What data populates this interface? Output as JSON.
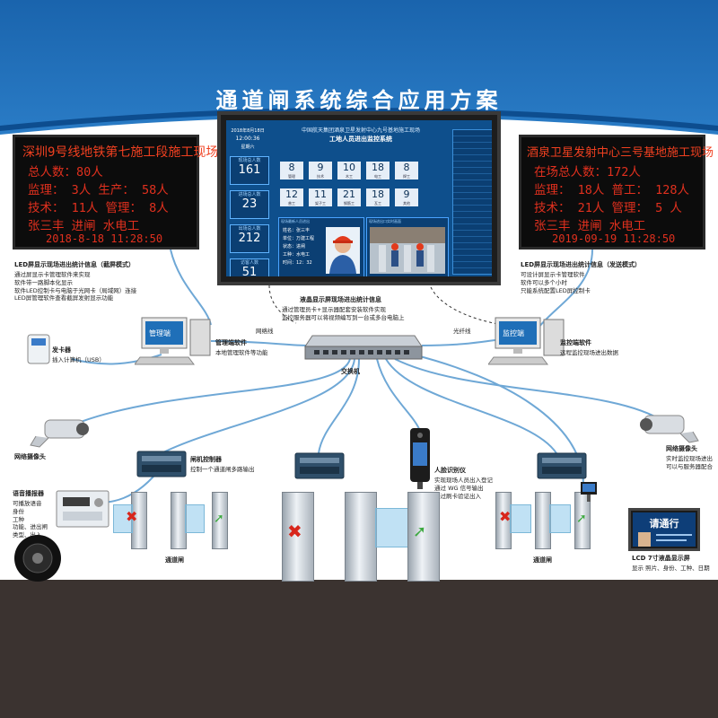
{
  "title": "通道闸系统综合应用方案",
  "led_left": {
    "site": "深圳9号线地铁第七施工段施工现场",
    "total": "总人数：80人",
    "row1": "监理：  3人   生产：  58人",
    "row2": "技术：  11人   管理：   8人",
    "row3": "张三丰    进闸    水电工",
    "time": "2018-8-18  11:28:50"
  },
  "led_right": {
    "site": "酒泉卫星发射中心三号基地施工现场",
    "total": "在场总人数：172人",
    "row1": "监理：  18人    普工：  128人",
    "row2": "技术：  21人    管理：    5 人",
    "row3": "张三丰    进闸    水电工",
    "time": "2019-09-19  11:28:50"
  },
  "monitor": {
    "title1": "中国航天集团酒泉卫星发射中心九号基地施工现场",
    "title2": "工地人员进出监控系统",
    "date": "2018年8月18日",
    "time": "12:00:36",
    "weekday": "星期六",
    "stats": [
      {
        "label": "现场总人数",
        "value": "161"
      },
      {
        "label": "进场总人数",
        "value": "23"
      },
      {
        "label": "出场总人数",
        "value": "212"
      },
      {
        "label": "访客人数",
        "value": "51"
      }
    ],
    "tiles": [
      {
        "n": "8",
        "l": "管理"
      },
      {
        "n": "9",
        "l": "技术"
      },
      {
        "n": "10",
        "l": "木工"
      },
      {
        "n": "18",
        "l": "电工"
      },
      {
        "n": "8",
        "l": "焊工"
      },
      {
        "n": "12",
        "l": "普工"
      },
      {
        "n": "11",
        "l": "架子工"
      },
      {
        "n": "21",
        "l": "钢筋工"
      },
      {
        "n": "18",
        "l": "瓦工"
      },
      {
        "n": "9",
        "l": "其他"
      }
    ],
    "info_title": "现场最新人员进出",
    "info_lines": [
      "姓名：张三丰",
      "单位：万建工程",
      "状态：进闸",
      "工种：水电工",
      "时间：12：32"
    ],
    "photo_title": "现场进出口实时画面"
  },
  "labels": {
    "led_left_title": "LED屏显示现场进出统计信息（截屏模式）",
    "led_left_desc": [
      "通过屏显示卡管理软件来实现",
      "软件带一路脚本化显示",
      "软件LED控制卡与电脑于光网卡（局域网）连接",
      "LED屏管理软件查看截屏发射显示功能"
    ],
    "led_right_title": "LED屏显示现场进出统计信息（发送模式）",
    "led_right_desc": [
      "可设计屏显示卡管理软件",
      "软件可以多个小时",
      "只能系统配置LED屏控制卡"
    ],
    "center_title": "液晶显示屏现场进出统计信息",
    "center_desc": [
      "通过管理员卡+显示器配套安装软件实现",
      "监控服务器可以将视频编写到一台或多台电脑上"
    ],
    "mgmt_pc": "管理端",
    "mgmt_sw": "管理端软件",
    "mgmt_sw_desc": "本地管理软件等功能",
    "mon_pc": "监控端",
    "mon_sw": "监控端软件",
    "mon_sw_desc": "远程监控现场进出数据",
    "card_issuer": "发卡器",
    "card_issuer_desc": "插入计算机（USB）",
    "switch": "交换机",
    "ethernet": "网络线",
    "fiber": "光纤线",
    "cam_left": "网络摄像头",
    "cam_right": "网络摄像头",
    "cam_right_desc": [
      "实时监控现场进出",
      "可以与服务器配合"
    ],
    "controller": "闸机控制器",
    "controller_desc": "控制一个通道闸多路输出",
    "voice_box": "语音播报器",
    "voice_box_desc": [
      "可播放语音",
      "身份",
      "工种",
      "功能、进出闸",
      "类型、出入"
    ],
    "face": "人脸识别仪",
    "face_desc": [
      "实现现场人员出入登记",
      "通过 WG 信号输出",
      "通过刷卡验证出入"
    ],
    "gate_left": "通道闸",
    "gate_right": "通道闸",
    "lcd_screen": "请通行",
    "lcd_title": "LCD 7寸液晶显示屏",
    "lcd_desc": "显示 照片、身份、工种、日期",
    "pc_screen_left": "管理端",
    "pc_screen_right": "监控端"
  },
  "colors": {
    "banner": "#1f6fb8",
    "banner_dark": "#0d4d8f",
    "led_text": "#e0301e",
    "screen_blue": "#0e4f8c",
    "floor": "#3b3330",
    "cable": "#6fa8d6"
  }
}
